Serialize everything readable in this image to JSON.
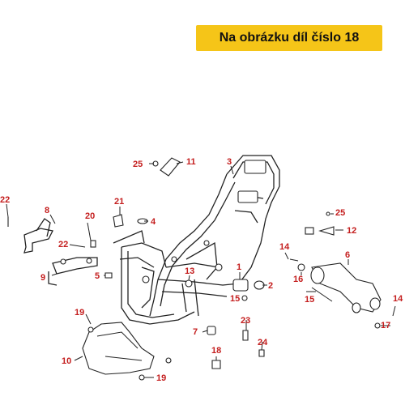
{
  "banner": {
    "text": "Na obrázku díl číslo 18",
    "color": "#f5c518"
  },
  "label_color": "#c41e1e",
  "callouts": [
    "22",
    "8",
    "20",
    "22",
    "9",
    "21",
    "4",
    "5",
    "25",
    "11",
    "3",
    "13",
    "1",
    "2",
    "15",
    "25",
    "12",
    "14",
    "6",
    "16",
    "15",
    "14",
    "17",
    "19",
    "10",
    "19",
    "7",
    "23",
    "24",
    "18"
  ]
}
